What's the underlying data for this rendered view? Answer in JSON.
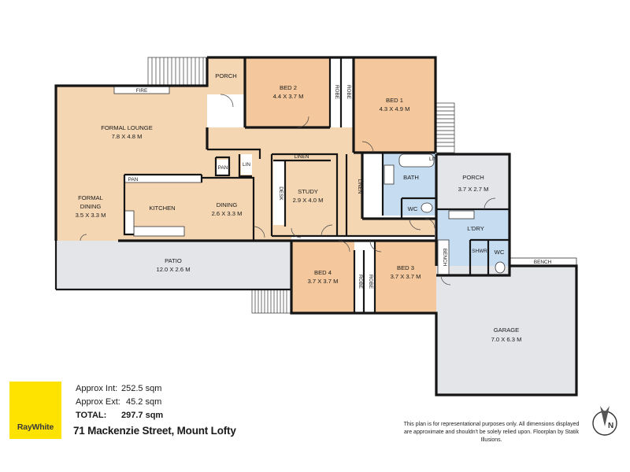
{
  "rooms": {
    "porch_front": {
      "name": "PORCH"
    },
    "bed2": {
      "name": "BED 2",
      "dims": "4.4 X 3.7 M"
    },
    "bed1": {
      "name": "BED 1",
      "dims": "4.3 X 4.9 M"
    },
    "formal_lounge": {
      "name": "FORMAL LOUNGE",
      "dims": "7.8 X 4.8 M"
    },
    "formal_dining": {
      "name_line1": "FORMAL",
      "name_line2": "DINING",
      "dims": "3.5 X 3.3 M"
    },
    "kitchen": {
      "name": "KITCHEN"
    },
    "dining": {
      "name": "DINING",
      "dims": "2.6 X 3.3 M"
    },
    "study": {
      "name": "STUDY",
      "dims": "2.9 X 4.0 M"
    },
    "bath": {
      "name": "BATH"
    },
    "wc_bath": {
      "name": "WC"
    },
    "porch_side": {
      "name": "PORCH",
      "dims": "3.7 X 2.7 M"
    },
    "laundry": {
      "name": "L'DRY"
    },
    "shower": {
      "name": "SHWR"
    },
    "wc_laundry": {
      "name": "WC"
    },
    "patio": {
      "name": "PATIO",
      "dims": "12.0 X 2.6 M"
    },
    "bed4": {
      "name": "BED 4",
      "dims": "3.7 X 3.7 M"
    },
    "bed3": {
      "name": "BED 3",
      "dims": "3.7 X 3.7 M"
    },
    "garage": {
      "name": "GARAGE",
      "dims": "7.0 X 6.3 M"
    }
  },
  "labels": {
    "fire": "FIRE",
    "pan_kitchen": "PAN",
    "pan_hall": "PAN",
    "lin_hall": "LIN",
    "lin_bath": "LIN",
    "linen_top": "LINEN",
    "linen_side": "LINEN",
    "desk": "DESK",
    "robe": "ROBE",
    "bench_laundry": "BENCH",
    "bench_garage": "BENCH"
  },
  "areas": {
    "int_label": "Approx Int:",
    "int_value": "252.5 sqm",
    "ext_label": "Approx Ext:",
    "ext_value": "45.2 sqm",
    "total_label": "TOTAL:",
    "total_value": "297.7 sqm"
  },
  "address": "71 Mackenzie Street, Mount Lofty",
  "logo": {
    "text": "RayWhite",
    "color": "#ffe300"
  },
  "disclaimer": "This plan is for representational purposes only. All dimensions displayed are approximate and shouldn't be solely relied upon. Floorplan by Statik Illusions.",
  "compass": {
    "letter": "N"
  },
  "colors": {
    "living": "#f4d6b3",
    "bedroom": "#f4c89c",
    "wet": "#c6dcf1",
    "patio": "#e4e5e8",
    "garage": "#e4e5e8",
    "wall": "#151515"
  }
}
